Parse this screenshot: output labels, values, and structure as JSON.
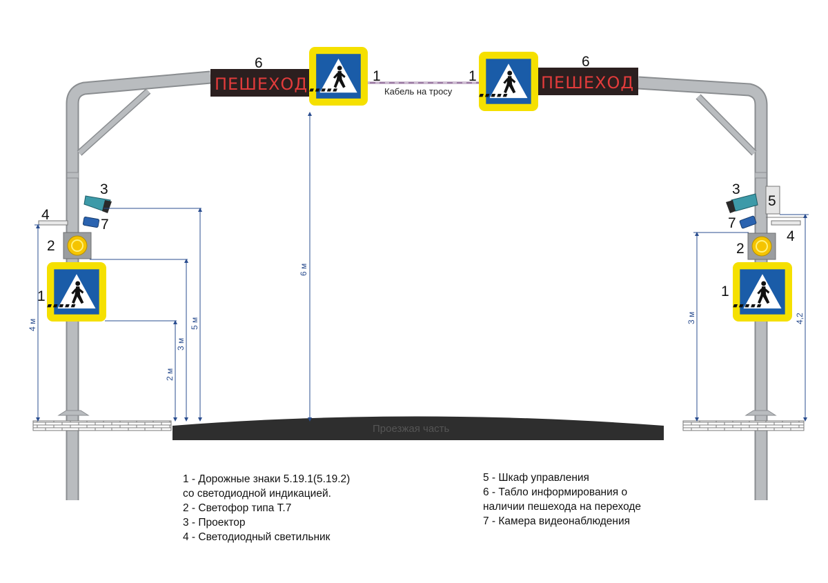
{
  "colors": {
    "pole": "#b9bcbf",
    "pole_edge": "#8a8d90",
    "sign_frame": "#f5e000",
    "sign_blue": "#1a5ca8",
    "tablo_bg": "#2b1f1f",
    "tablo_text": "#e23b3b",
    "dimension": "#2a4d8f",
    "road": "#2e2e2e"
  },
  "labels": {
    "tablo_text": "ПЕШЕХОД",
    "cable": "Кабель на тросу",
    "road": "Проезжая часть",
    "n1": "1",
    "n2": "2",
    "n3": "3",
    "n4": "4",
    "n5": "5",
    "n6": "6",
    "n7": "7"
  },
  "dimensions": {
    "d6": "6 м",
    "d5": "5 м",
    "d3": "3 м",
    "d2": "2 м",
    "d4": "4 м",
    "d3r": "3 м",
    "d42": "4,2"
  },
  "legend_left": [
    "1 - Дорожные знаки 5.19.1(5.19.2)",
    "со светодиодной индикацией.",
    "2 - Светофор типа Т.7",
    "3 - Проектор",
    "4 - Светодиодный светильник"
  ],
  "legend_right": [
    "5 - Шкаф управления",
    "6 - Табло информирования о",
    "наличии пешехода на переходе",
    "7 - Камера видеонаблюдения"
  ]
}
